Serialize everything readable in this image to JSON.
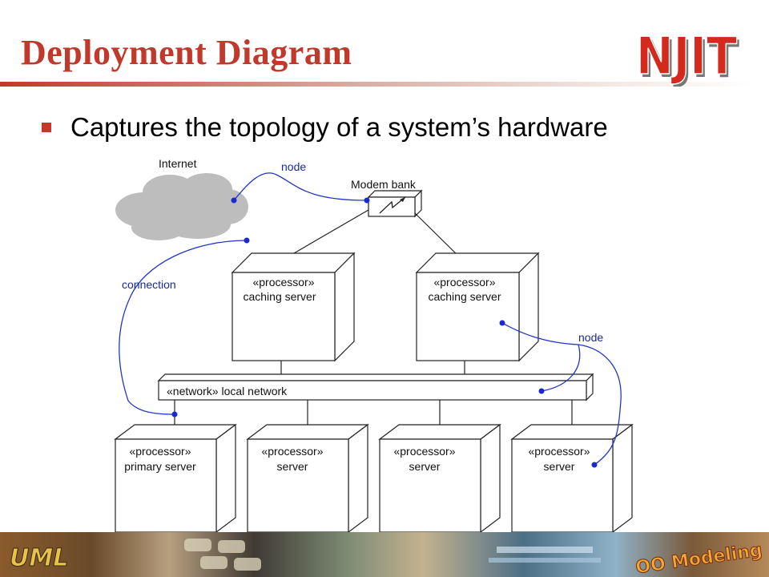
{
  "slide": {
    "title": "Deployment Diagram",
    "logo_text": "NJIT",
    "bullet": "Captures the topology of a system’s hardware"
  },
  "diagram": {
    "cloud_label": "Internet",
    "modem_label": "Modem bank",
    "network_label": "«network» local network",
    "annotations": {
      "node_top": "node",
      "connection": "connection",
      "node_right": "node"
    },
    "caching_servers": [
      {
        "stereotype": "«processor»",
        "name": "caching server"
      },
      {
        "stereotype": "«processor»",
        "name": "caching server"
      }
    ],
    "servers": [
      {
        "stereotype": "«processor»",
        "name": "primary server"
      },
      {
        "stereotype": "«processor»",
        "name": "server"
      },
      {
        "stereotype": "«processor»",
        "name": "server"
      },
      {
        "stereotype": "«processor»",
        "name": "server"
      }
    ]
  },
  "footer": {
    "left_text": "UML",
    "right_text": "OO Modeling"
  },
  "colors": {
    "title": "#c0392b",
    "annotation": "#1a2a9c",
    "cloud": "#b9b9b9"
  }
}
